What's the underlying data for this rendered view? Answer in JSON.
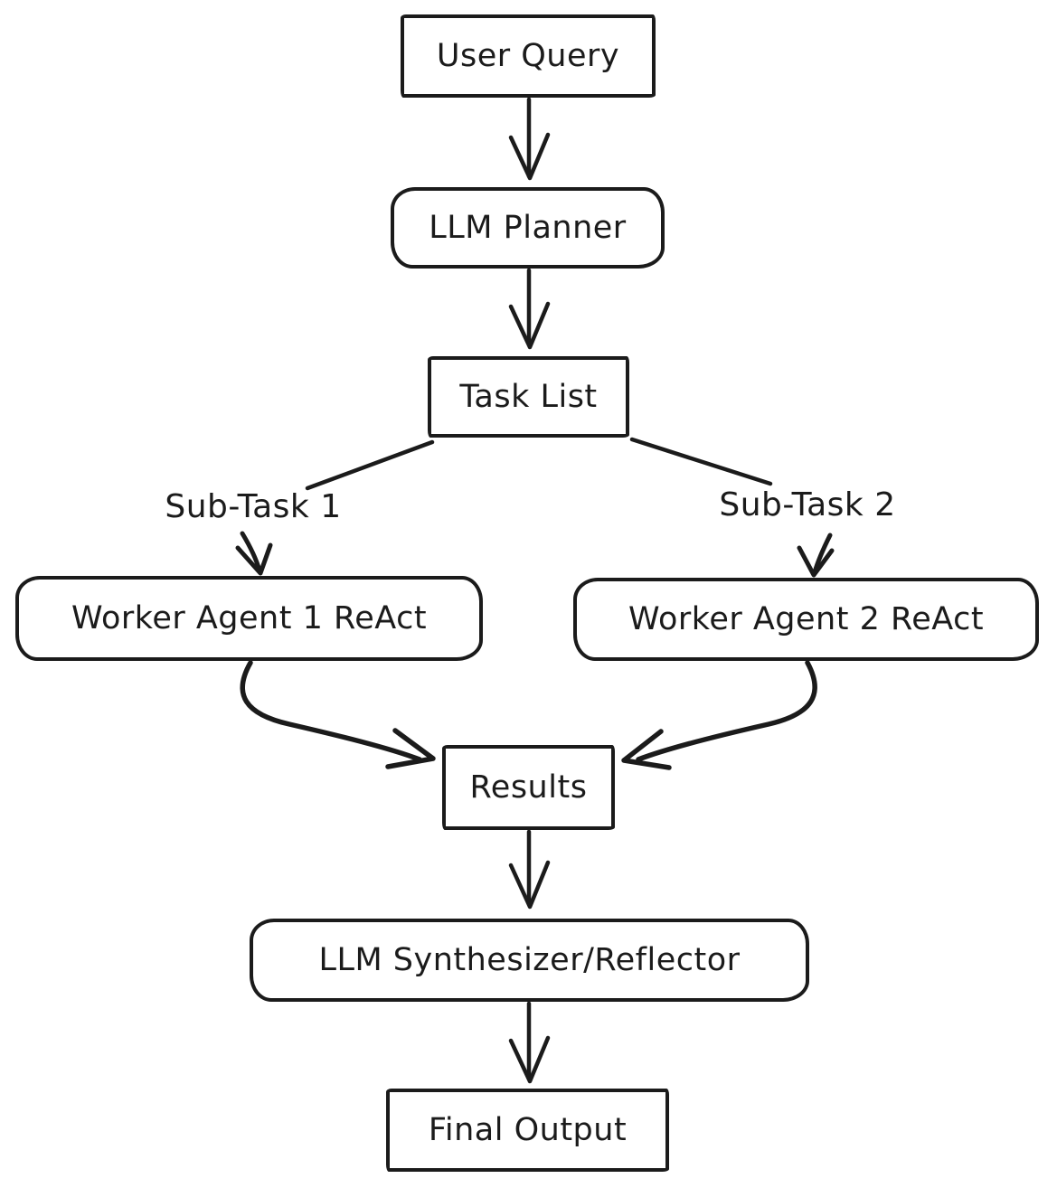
{
  "diagram": {
    "title": "LLM planner / worker agents flowchart",
    "background_color": "#ffffff",
    "stroke_color": "#1b1b1b",
    "nodes": {
      "user_query": {
        "label": "User Query",
        "shape": "rectangle"
      },
      "llm_planner": {
        "label": "LLM Planner",
        "shape": "rounded-rectangle"
      },
      "task_list": {
        "label": "Task List",
        "shape": "rectangle"
      },
      "worker_agent_1": {
        "label": "Worker Agent 1 ReAct",
        "shape": "rounded-rectangle"
      },
      "worker_agent_2": {
        "label": "Worker Agent 2 ReAct",
        "shape": "rounded-rectangle"
      },
      "results": {
        "label": "Results",
        "shape": "rectangle"
      },
      "llm_synthesizer": {
        "label": "LLM Synthesizer/Reflector",
        "shape": "rounded-rectangle"
      },
      "final_output": {
        "label": "Final Output",
        "shape": "rectangle"
      }
    },
    "edge_labels": {
      "sub_task_1": {
        "label": "Sub-Task 1"
      },
      "sub_task_2": {
        "label": "Sub-Task 2"
      }
    },
    "edges": [
      {
        "from": "User Query",
        "to": "LLM Planner",
        "style": "arrow"
      },
      {
        "from": "LLM Planner",
        "to": "Task List",
        "style": "arrow"
      },
      {
        "from": "Task List",
        "to": "Sub-Task 1",
        "style": "line"
      },
      {
        "from": "Task List",
        "to": "Sub-Task 2",
        "style": "line"
      },
      {
        "from": "Sub-Task 1",
        "to": "Worker Agent 1 ReAct",
        "style": "arrow"
      },
      {
        "from": "Sub-Task 2",
        "to": "Worker Agent 2 ReAct",
        "style": "arrow"
      },
      {
        "from": "Worker Agent 1 ReAct",
        "to": "Results",
        "style": "curved-arrow"
      },
      {
        "from": "Worker Agent 2 ReAct",
        "to": "Results",
        "style": "curved-arrow"
      },
      {
        "from": "Results",
        "to": "LLM Synthesizer/Reflector",
        "style": "arrow"
      },
      {
        "from": "LLM Synthesizer/Reflector",
        "to": "Final Output",
        "style": "arrow"
      }
    ]
  }
}
